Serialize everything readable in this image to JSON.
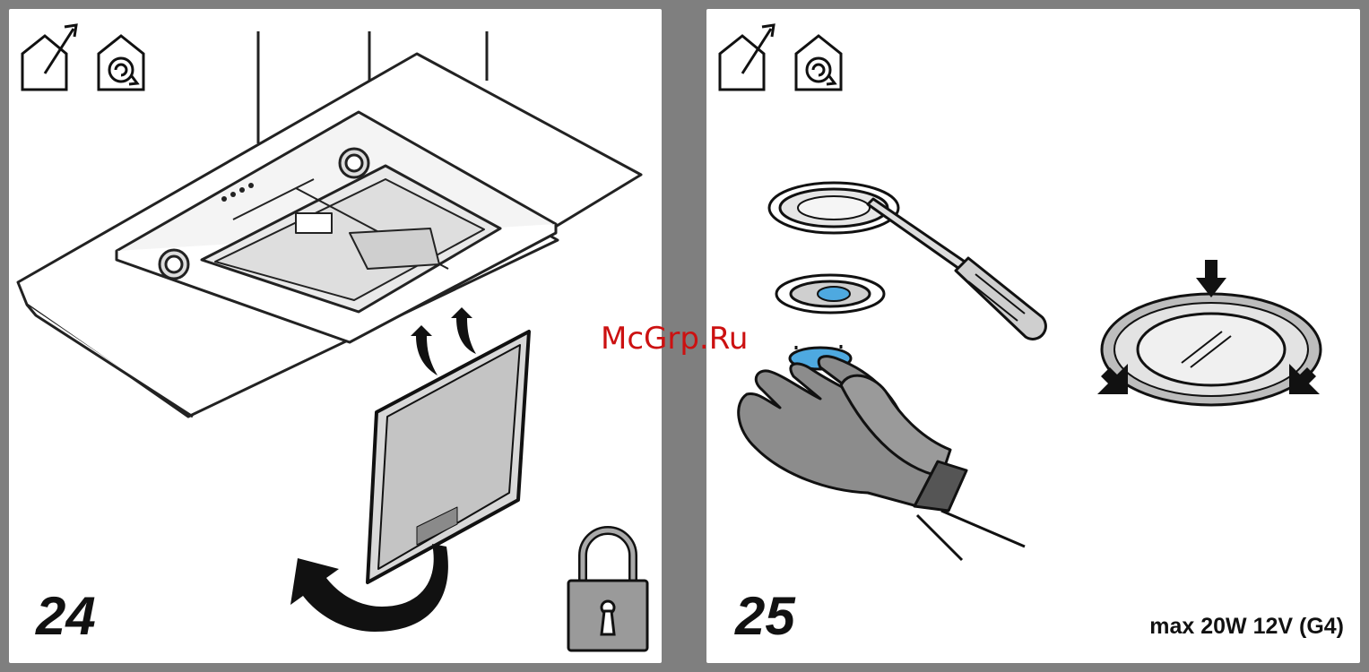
{
  "panels": [
    {
      "step": "24",
      "icons": [
        "exhaust-house-icon",
        "recirculation-house-icon",
        "padlock-icon"
      ],
      "illustration": [
        "cooker-hood",
        "grease-filter",
        "arrows"
      ]
    },
    {
      "step": "25",
      "spec": "max 20W 12V (G4)",
      "icons": [
        "exhaust-house-icon",
        "recirculation-house-icon"
      ],
      "illustration": [
        "lamp-cover",
        "screwdriver",
        "lamp-holder",
        "lens",
        "gloved-hand",
        "lamp-ring"
      ]
    }
  ],
  "watermark": "McGrp.Ru",
  "colors": {
    "background": "#7f7f7f",
    "panel": "#ffffff",
    "lens": "#4ea9e0",
    "glove": "#8c8c8c",
    "watermark": "#cc1111"
  }
}
